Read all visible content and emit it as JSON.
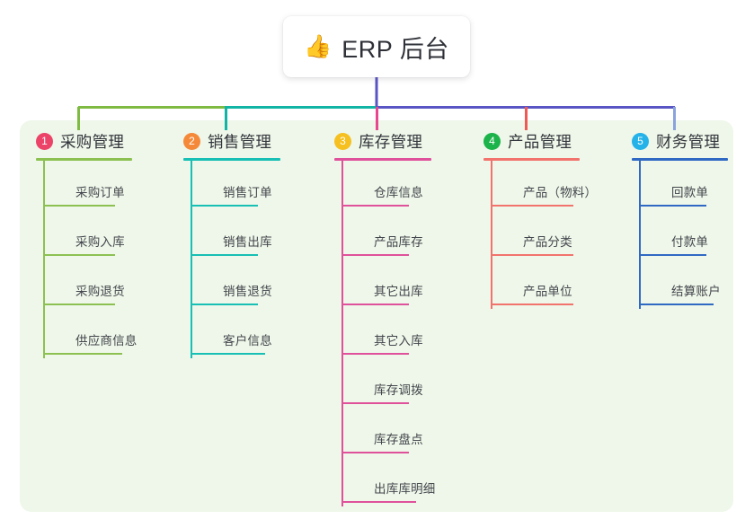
{
  "page": {
    "background_color": "#ffffff",
    "panel_color": "#eef7e9"
  },
  "root": {
    "icon": "thumbs-up-icon",
    "emoji": "👍",
    "title": "ERP 后台"
  },
  "bus": {
    "segments": [
      {
        "name": "bus-segment-purchase",
        "color": "#7fbb42"
      },
      {
        "name": "bus-segment-sales",
        "color": "#12b5a5"
      },
      {
        "name": "bus-segment-right",
        "color": "#5a55c4"
      }
    ]
  },
  "columns": [
    {
      "number": "1",
      "badge_color": "#ec4368",
      "title": "采购管理",
      "accent": "#8cc152",
      "stub_color": "#7fbb42",
      "items": [
        {
          "label": "采购订单"
        },
        {
          "label": "采购入库"
        },
        {
          "label": "采购退货"
        },
        {
          "label": "供应商信息"
        }
      ]
    },
    {
      "number": "2",
      "badge_color": "#f5893a",
      "title": "销售管理",
      "accent": "#18bfb4",
      "stub_color": "#12b5a5",
      "items": [
        {
          "label": "销售订单"
        },
        {
          "label": "销售出库"
        },
        {
          "label": "销售退货"
        },
        {
          "label": "客户信息"
        }
      ]
    },
    {
      "number": "3",
      "badge_color": "#f5c020",
      "title": "库存管理",
      "accent": "#e0519b",
      "stub_color": "#e8468f",
      "items": [
        {
          "label": "仓库信息"
        },
        {
          "label": "产品库存"
        },
        {
          "label": "其它出库"
        },
        {
          "label": "其它入库"
        },
        {
          "label": "库存调拨"
        },
        {
          "label": "库存盘点"
        },
        {
          "label": "出库库明细"
        }
      ]
    },
    {
      "number": "4",
      "badge_color": "#1bb34a",
      "title": "产品管理",
      "accent": "#f2736e",
      "stub_color": "#ef5a55",
      "items": [
        {
          "label": "产品（物料）"
        },
        {
          "label": "产品分类"
        },
        {
          "label": "产品单位"
        }
      ]
    },
    {
      "number": "5",
      "badge_color": "#24b2e8",
      "title": "财务管理",
      "accent": "#3069c4",
      "stub_color": "#8aa3dd",
      "items": [
        {
          "label": "回款单"
        },
        {
          "label": "付款单"
        },
        {
          "label": "结算账户"
        }
      ]
    }
  ]
}
